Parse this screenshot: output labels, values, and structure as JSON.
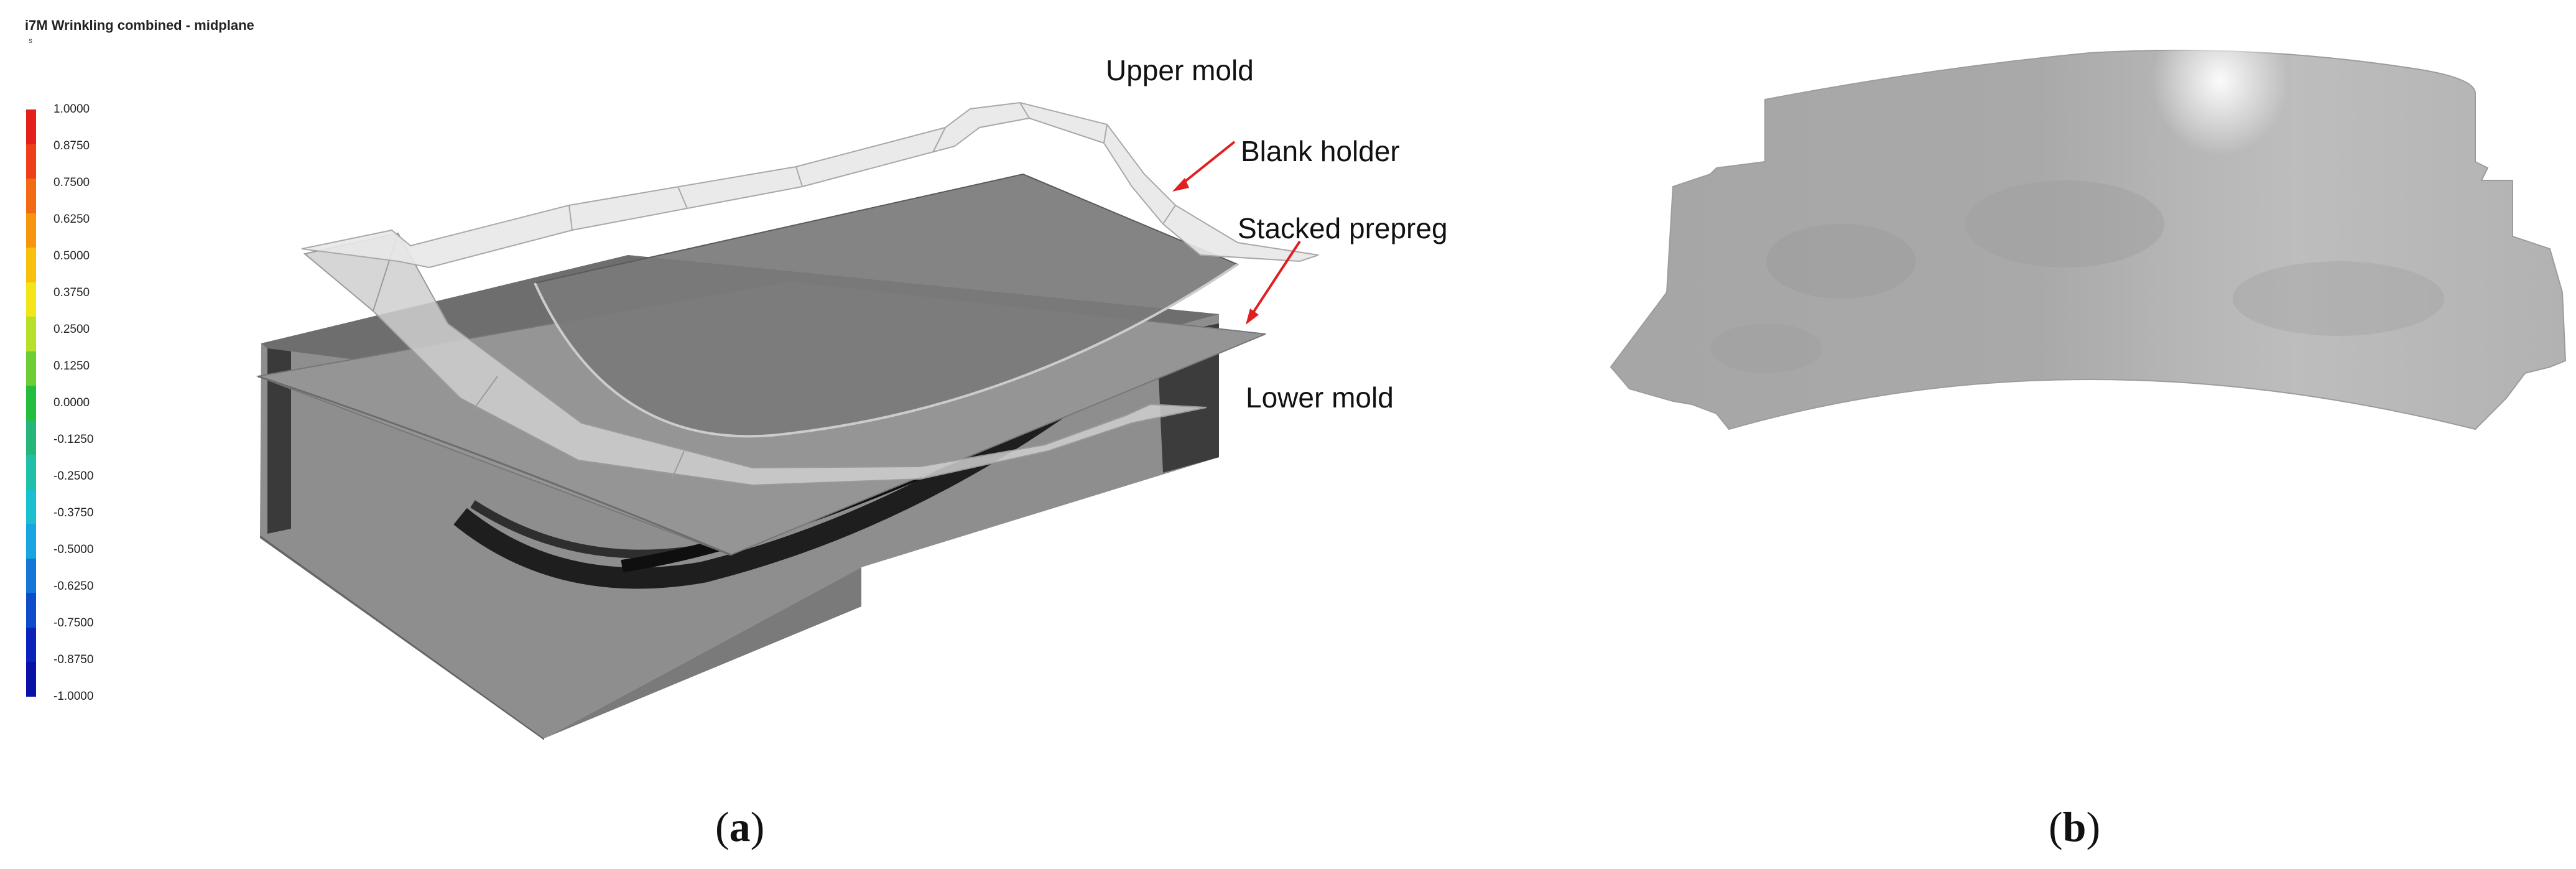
{
  "legend": {
    "title": "i7M Wrinkling combined - midplane",
    "subtitle": "s",
    "ticks": [
      "1.0000",
      "0.8750",
      "0.7500",
      "0.6250",
      "0.5000",
      "0.3750",
      "0.2500",
      "0.1250",
      "0.0000",
      "-0.1250",
      "-0.2500",
      "-0.3750",
      "-0.5000",
      "-0.6250",
      "-0.7500",
      "-0.8750",
      "-1.0000"
    ],
    "colors": [
      "#e4201c",
      "#ef3f1a",
      "#f36a14",
      "#f7950f",
      "#f9bf0d",
      "#f4e41a",
      "#b7e02b",
      "#6cce33",
      "#25bd3d",
      "#25b77a",
      "#20bfa8",
      "#1bbfd0",
      "#19a6e0",
      "#1477d8",
      "#0f4ccc",
      "#0a24bb",
      "#0a12a6"
    ]
  },
  "labels": {
    "upper_mold": "Upper mold",
    "blank_holder": "Blank holder",
    "stacked_prepreg": "Stacked prepreg",
    "lower_mold": "Lower mold"
  },
  "captions": {
    "a_open": "(",
    "a_letter": "a",
    "a_close": ")",
    "b_open": "(",
    "b_letter": "b",
    "b_close": ")"
  },
  "accent_color": "#e02020"
}
